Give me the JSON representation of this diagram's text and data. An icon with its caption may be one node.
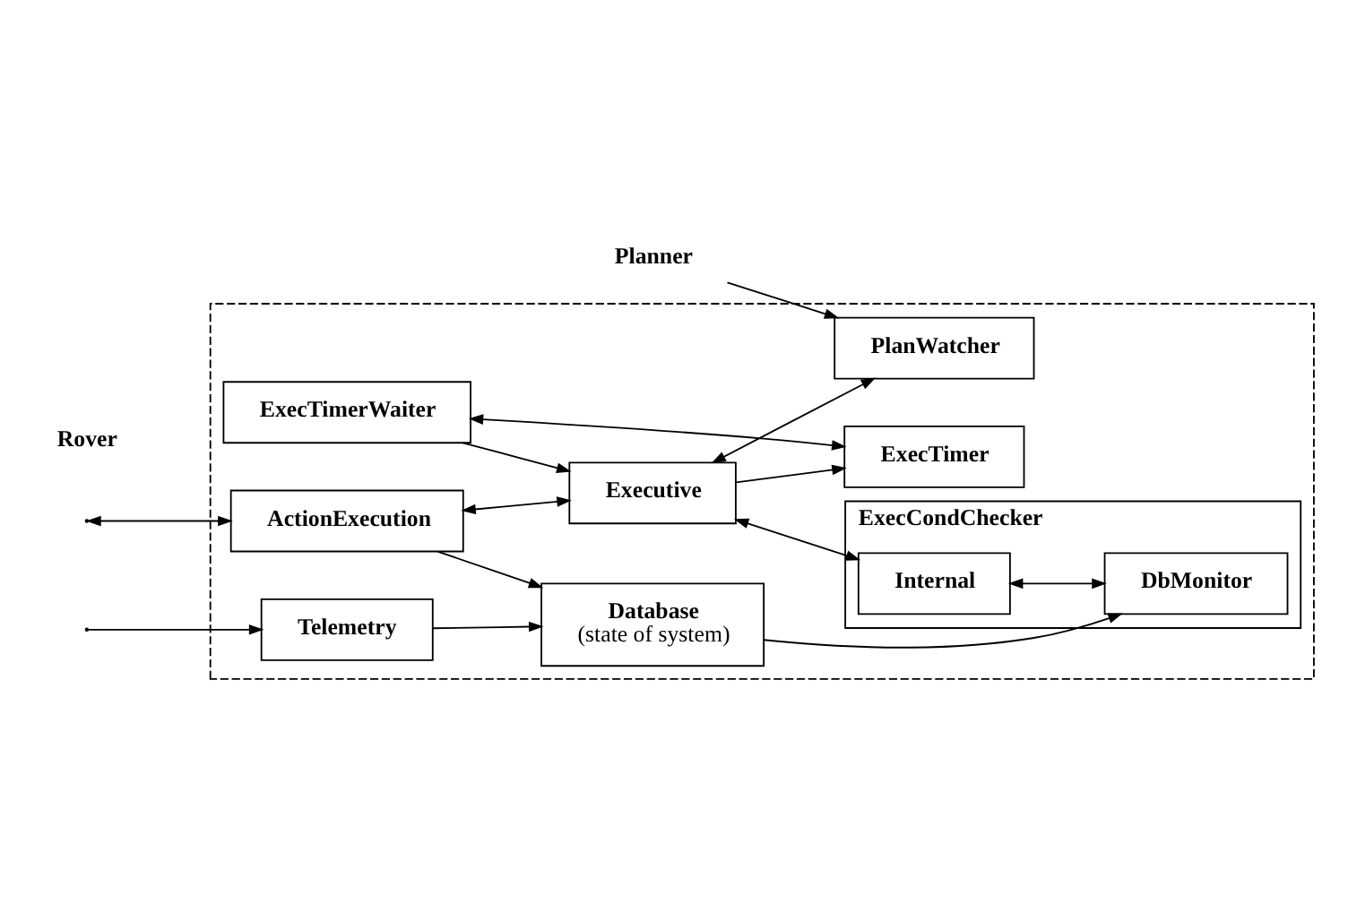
{
  "diagram": {
    "nodes": [
      {
        "text": [
          "Planner"
        ]
      },
      {
        "text": [],
        "shape": "box"
      },
      {
        "text": [
          "ExecTimerWaiter"
        ],
        "in": 1
      },
      {
        "text": [
          "ExecTimer"
        ],
        "in": 1
      },
      {
        "text": [
          "PlanWatcher"
        ],
        "in": 1
      },
      {
        "text": [
          "ExecCondChecker"
        ],
        "in": 1
      },
      {
        "text": [
          "ActionExecution"
        ],
        "in": 1
      },
      {
        "text": [
          "Executive"
        ],
        "in": 1
      },
      {
        "text": [
          "Internal"
        ],
        "in": 5
      },
      {
        "text": [
          "Telemetry"
        ],
        "in": 1
      },
      {
        "text": [
          "Database",
          "(state of system)"
        ],
        "in": 1
      },
      {
        "text": [
          "DbMonitor"
        ],
        "in": 5
      }
    ],
    "edges": [
      {
        "from": 0,
        "to": 4,
        "arrow": "to"
      },
      {
        "from": 2,
        "to": 3,
        "arrow": "both"
      },
      {
        "from": 2,
        "to": 7,
        "arrow": "to"
      },
      {
        "from": 7,
        "to": 3,
        "arrow": "to"
      },
      {
        "from": 7,
        "to": 4,
        "arrow": "both"
      },
      {
        "from": 6,
        "to": 7,
        "arrow": "both"
      },
      {
        "from": 7,
        "to": 8,
        "arrow": "both"
      },
      {
        "from": 6,
        "to": 10,
        "arrow": "to"
      },
      {
        "from": 8,
        "to": 11,
        "arrow": "both"
      },
      {
        "from": null,
        "to": 6,
        "arrow": "both"
      },
      {
        "from": null,
        "to": 9,
        "arrow": "to"
      },
      {
        "from": 9,
        "to": 10,
        "arrow": "to"
      },
      {
        "from": 10,
        "to": 11,
        "arrow": "to"
      }
    ],
    "labels": [
      "Rover"
    ]
  }
}
